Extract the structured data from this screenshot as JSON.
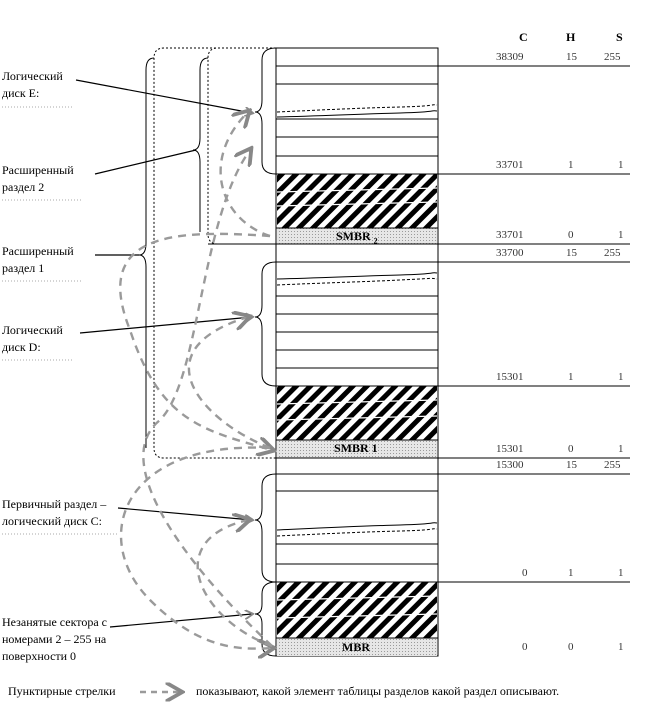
{
  "columns": {
    "c": "C",
    "h": "H",
    "s": "S"
  },
  "labels": {
    "disk_e": "Логический диск E:",
    "ext2": "Расширенный раздел 2",
    "ext1": "Расширенный раздел 1",
    "disk_d": "Логический диск D:",
    "primary": "Первичный раздел – логический диск C:",
    "unused": "Незанятые сектора с номерами 2 – 255 на поверхности 0"
  },
  "sector_labels": {
    "smbr2_main": "SMBR",
    "smbr2_sub": "2",
    "smbr1": "SMBR 1",
    "mbr": "MBR"
  },
  "rows": [
    {
      "c": "38309",
      "h": "15",
      "s": "255"
    },
    {
      "c": "33701",
      "h": "1",
      "s": "1"
    },
    {
      "c": "33701",
      "h": "0",
      "s": "1"
    },
    {
      "c": "33700",
      "h": "15",
      "s": "255"
    },
    {
      "c": "15301",
      "h": "1",
      "s": "1"
    },
    {
      "c": "15301",
      "h": "0",
      "s": "1"
    },
    {
      "c": "15300",
      "h": "15",
      "s": "255"
    },
    {
      "c": "0",
      "h": "1",
      "s": "1"
    },
    {
      "c": "0",
      "h": "0",
      "s": "1"
    }
  ],
  "legend": {
    "left": "Пунктирные стрелки",
    "right": "показывают, какой элемент таблицы разделов какой раздел описывают."
  }
}
